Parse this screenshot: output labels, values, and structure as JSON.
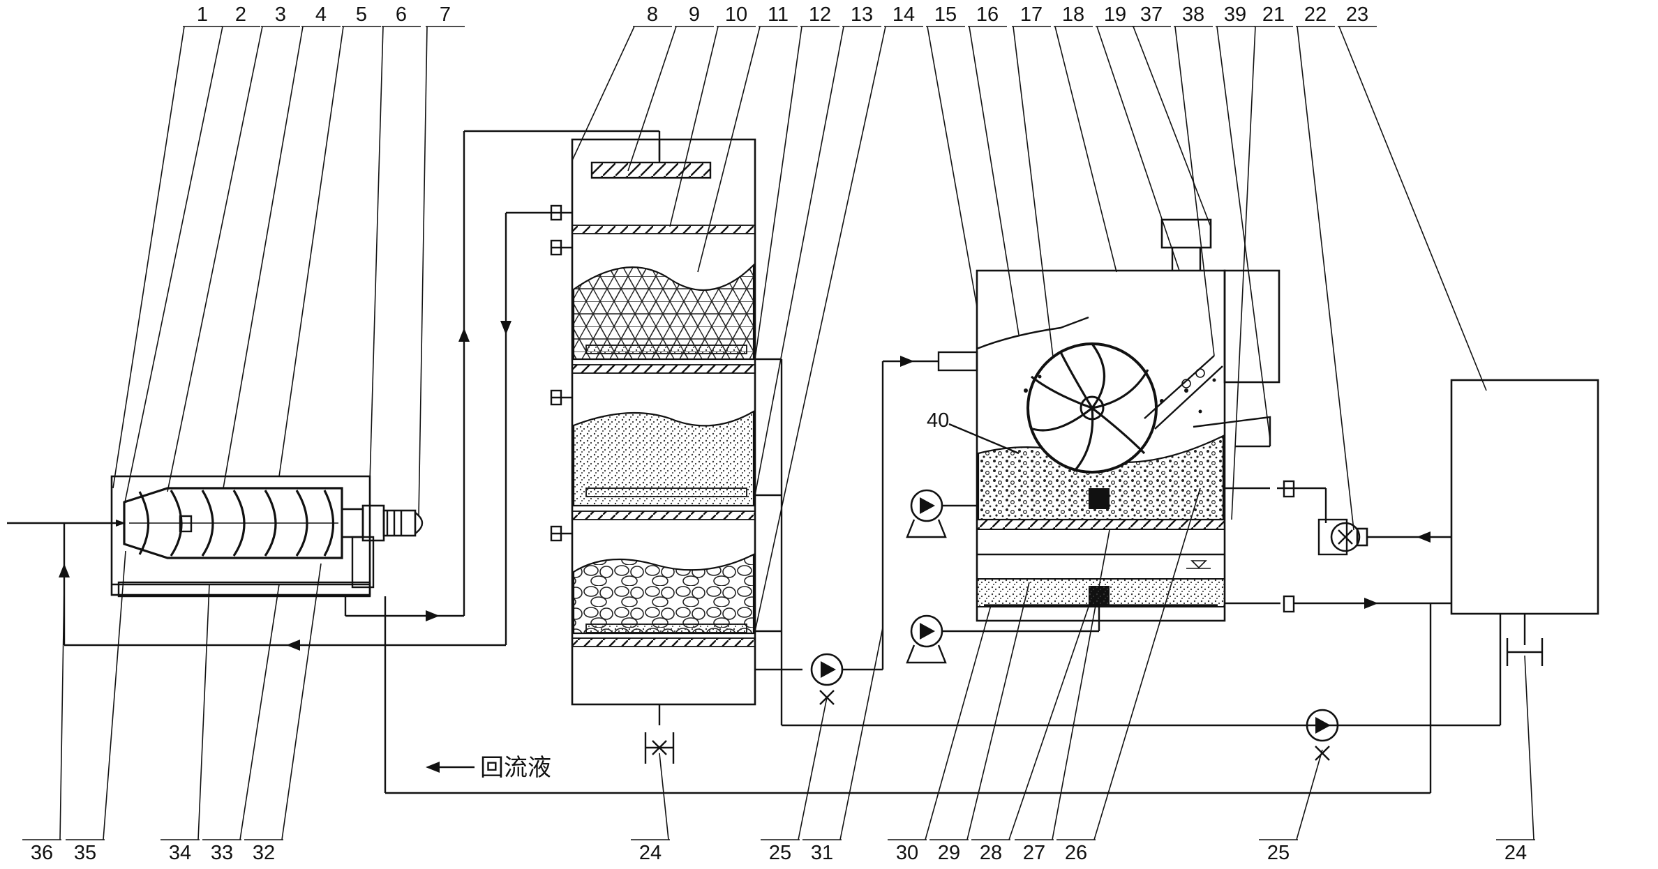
{
  "diagram": {
    "top_labels": [
      "1",
      "2",
      "3",
      "4",
      "5",
      "6",
      "7",
      "8",
      "9",
      "10",
      "11",
      "12",
      "13",
      "14",
      "15",
      "16",
      "17",
      "18",
      "19",
      "37",
      "38",
      "39",
      "21",
      "22",
      "23"
    ],
    "bottom_labels": [
      "36",
      "35",
      "34",
      "33",
      "32",
      "24",
      "25",
      "31",
      "30",
      "29",
      "28",
      "27",
      "26",
      "25",
      "24"
    ],
    "side_labels": [
      "40"
    ],
    "flow_label": "回流液"
  }
}
